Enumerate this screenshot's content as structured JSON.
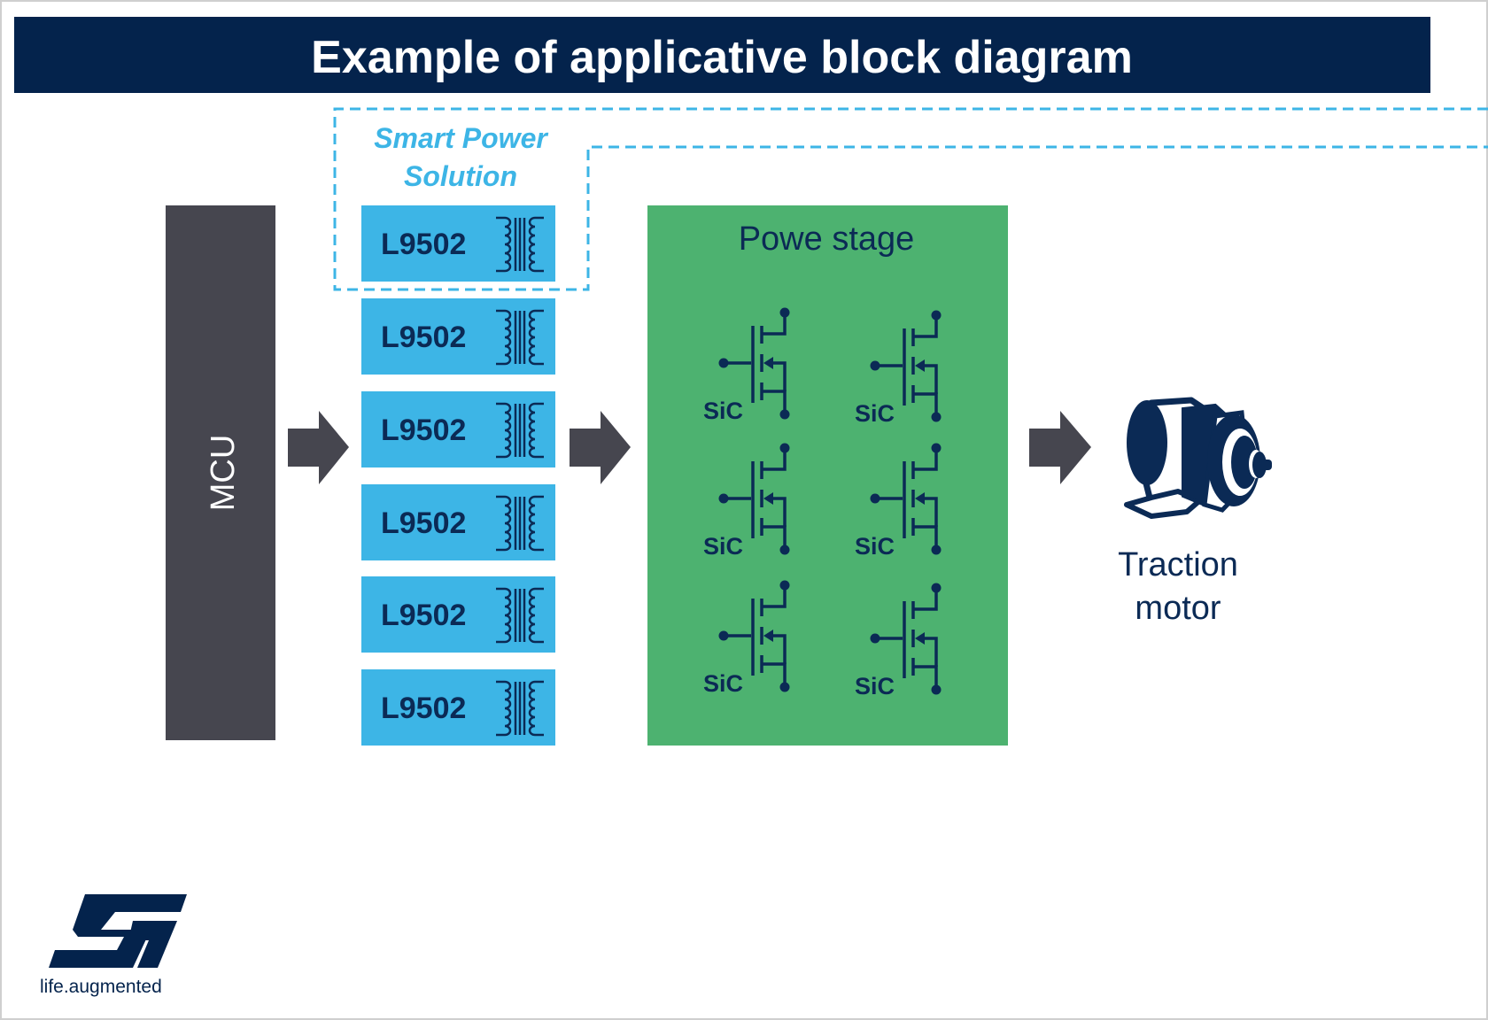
{
  "title": "Example of applicative block diagram",
  "smart_power": {
    "line1": "Smart Power",
    "line2": "Solution"
  },
  "mcu": {
    "label": "MCU"
  },
  "drivers": [
    {
      "label": "L9502",
      "icon": "transformer-icon"
    },
    {
      "label": "L9502",
      "icon": "transformer-icon"
    },
    {
      "label": "L9502",
      "icon": "transformer-icon"
    },
    {
      "label": "L9502",
      "icon": "transformer-icon"
    },
    {
      "label": "L9502",
      "icon": "transformer-icon"
    },
    {
      "label": "L9502",
      "icon": "transformer-icon"
    }
  ],
  "power_stage": {
    "title": "Powe stage",
    "switches": [
      {
        "label": "SiC",
        "icon": "mosfet-icon"
      },
      {
        "label": "SiC",
        "icon": "mosfet-icon"
      },
      {
        "label": "SiC",
        "icon": "mosfet-icon"
      },
      {
        "label": "SiC",
        "icon": "mosfet-icon"
      },
      {
        "label": "SiC",
        "icon": "mosfet-icon"
      },
      {
        "label": "SiC",
        "icon": "mosfet-icon"
      }
    ]
  },
  "motor": {
    "line1": "Traction",
    "line2": "motor",
    "icon": "motor-icon"
  },
  "logo": {
    "brand": "ST",
    "tagline": "life.augmented"
  },
  "colors": {
    "title_bar": "#04234c",
    "accent_blue": "#3db5e6",
    "mcu": "#46464f",
    "power_stage": "#4db270",
    "navy": "#0b2a55",
    "arrow": "#46464f"
  }
}
